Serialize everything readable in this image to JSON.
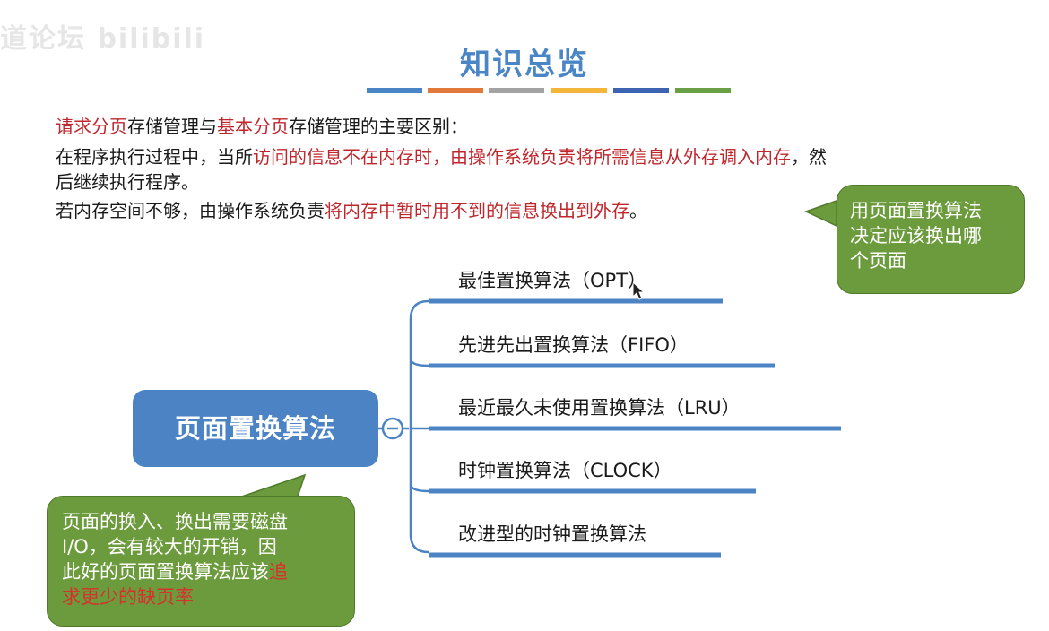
{
  "watermark": "道论坛 bilibili",
  "header": {
    "title": "知识总览",
    "bar_colors": [
      "#4a86c5",
      "#e2783a",
      "#a3a3a3",
      "#f3b63a",
      "#3d64b3",
      "#6aa045"
    ]
  },
  "intro": {
    "line1_a": "请求分页",
    "line1_b": "存储管理与",
    "line1_c": "基本分页",
    "line1_d": "存储管理的主要区别：",
    "line2_a": "在程序执行过程中，当所",
    "line2_b": "访问的信息不在内存时，由操作系统负责将所需信息从外存调入内存",
    "line2_c": "，然",
    "line3": "后继续执行程序。",
    "line4_a": "若内存空间不够，由操作系统负责",
    "line4_b": "将内存中暂时用不到的信息换出到外存",
    "line4_c": "。"
  },
  "callout_right": {
    "line1": "用页面置换算法",
    "line2": "决定应该换出哪",
    "line3": "个页面"
  },
  "mindmap": {
    "root": "页面置换算法",
    "collapse_symbol": "−",
    "branches": [
      {
        "label": "最佳置换算法（OPT）"
      },
      {
        "label": "先进先出置换算法（FIFO）"
      },
      {
        "label": "最近最久未使用置换算法（LRU）"
      },
      {
        "label": "时钟置换算法（CLOCK）"
      },
      {
        "label": "改进型的时钟置换算法"
      }
    ]
  },
  "callout_left": {
    "line1": "页面的换入、换出需要磁盘",
    "line2": "I/O，会有较大的开销，因",
    "line3_a": "此好的页面置换算法应该",
    "line3_b": "追",
    "line4_a": "求更少的缺页率"
  }
}
